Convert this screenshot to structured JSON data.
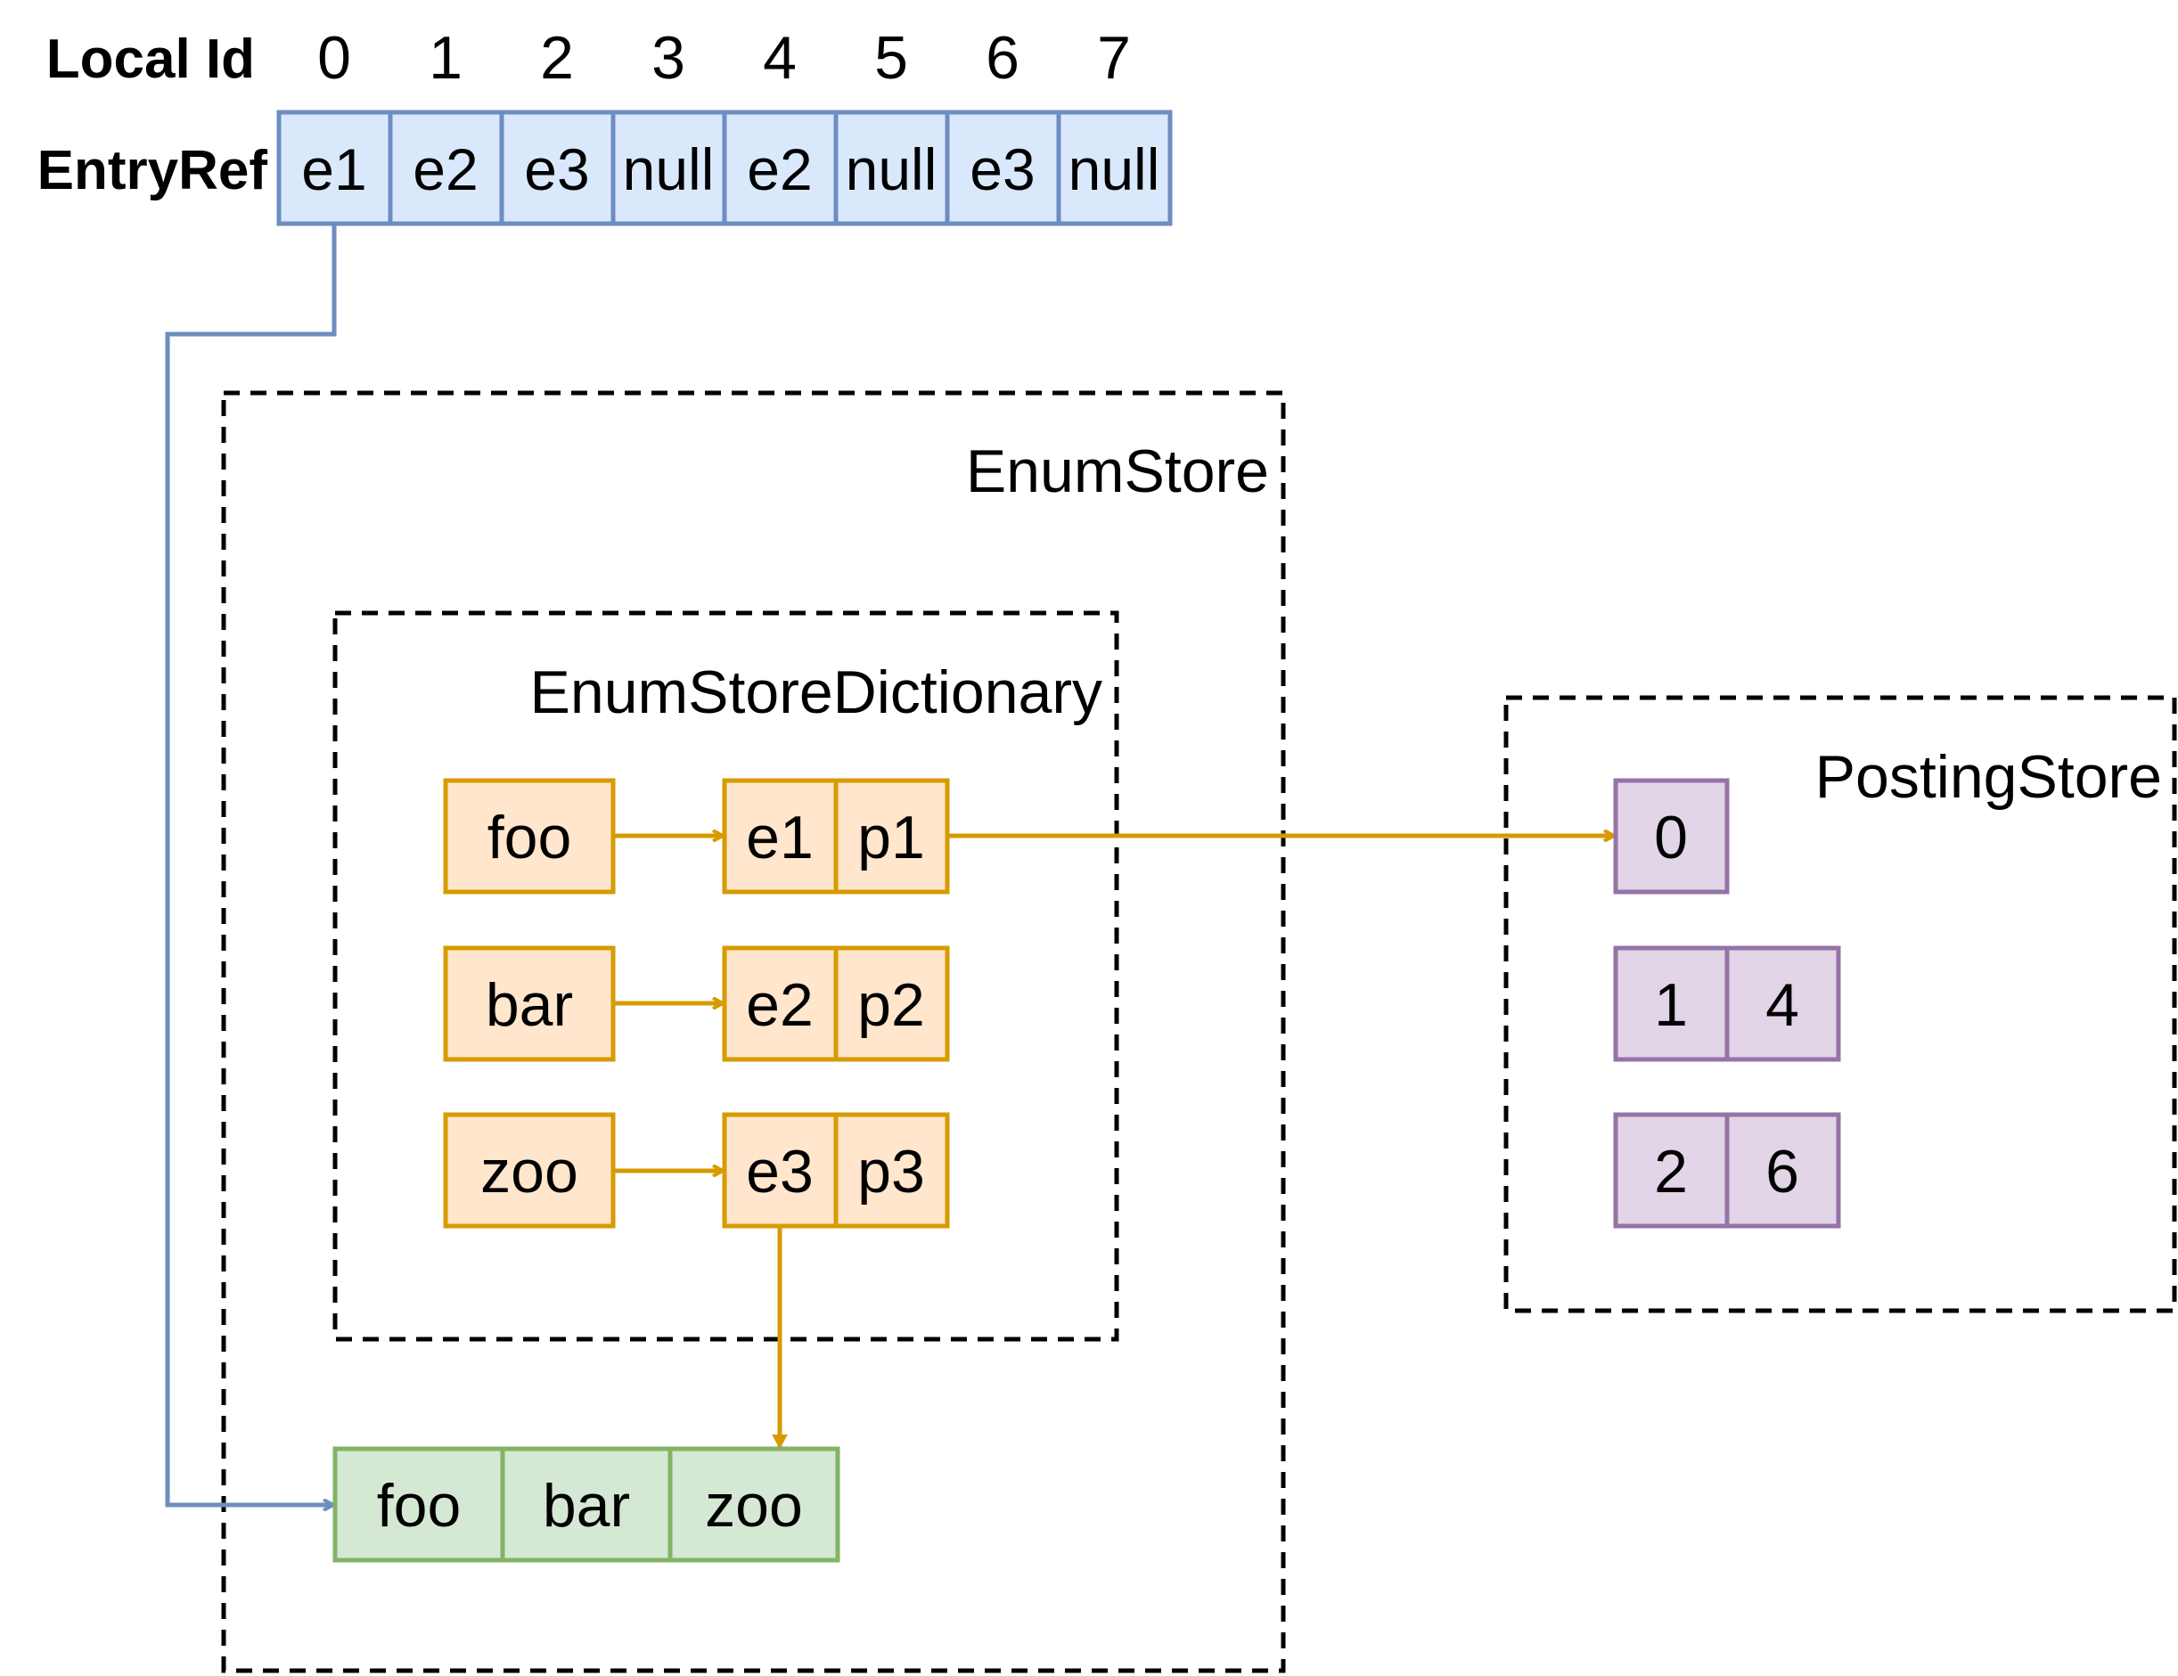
{
  "local_id_row": {
    "label": "Local Id",
    "ids": [
      "0",
      "1",
      "2",
      "3",
      "4",
      "5",
      "6",
      "7"
    ]
  },
  "entry_ref_row": {
    "label": "EntryRef",
    "cells": [
      "e1",
      "e2",
      "e3",
      "null",
      "e2",
      "null",
      "e3",
      "null"
    ]
  },
  "enum_store": {
    "title": "EnumStore",
    "dictionary": {
      "title": "EnumStoreDictionary",
      "entries": [
        {
          "key": "foo",
          "entry": "e1",
          "posting": "p1"
        },
        {
          "key": "bar",
          "entry": "e2",
          "posting": "p2"
        },
        {
          "key": "zoo",
          "entry": "e3",
          "posting": "p3"
        }
      ]
    },
    "values": [
      "foo",
      "bar",
      "zoo"
    ]
  },
  "posting_store": {
    "title": "PostingStore",
    "lists": [
      [
        "0"
      ],
      [
        "1",
        "4"
      ],
      [
        "2",
        "6"
      ]
    ]
  },
  "colors": {
    "entry_ref_fill": "#dae8fc",
    "entry_ref_stroke": "#6c8ebf",
    "dict_fill": "#ffe6cc",
    "dict_stroke": "#d79b00",
    "values_fill": "#d5e8d4",
    "values_stroke": "#82b366",
    "posting_fill": "#e1d5e7",
    "posting_stroke": "#9673a6",
    "container_stroke": "#000000"
  }
}
